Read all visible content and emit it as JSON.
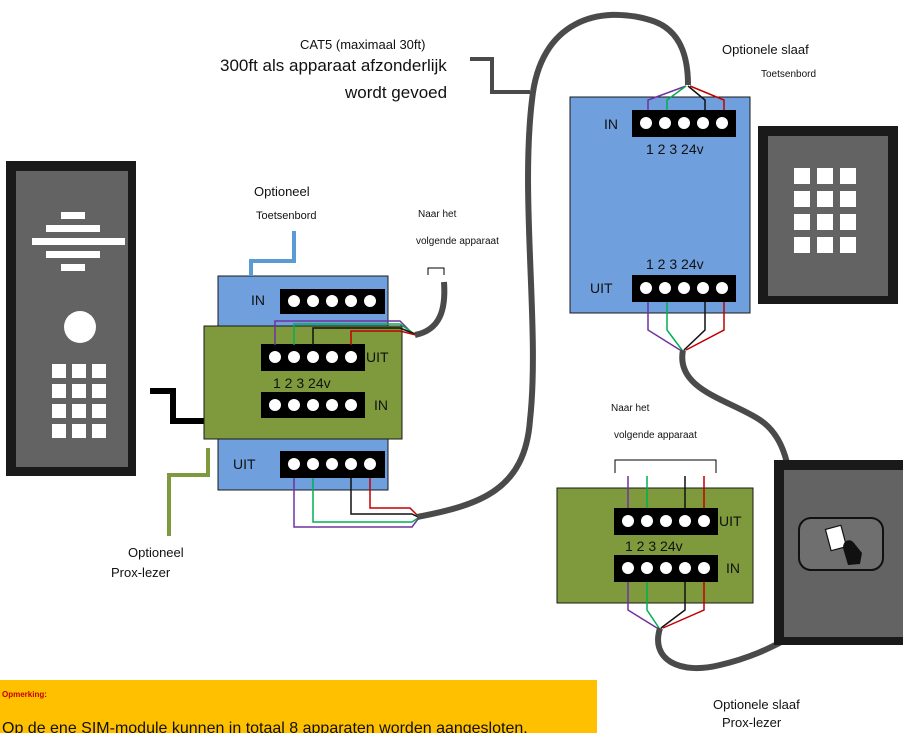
{
  "cable_label": {
    "line1": "CAT5 (maximaal 30ft)",
    "line2": "300ft als apparaat afzonderlijk",
    "line3": "wordt gevoed"
  },
  "main_unit": {
    "in_label": "IN",
    "uit_label": "UIT",
    "green_uit_label": "UIT",
    "green_in_label": "IN",
    "terminal_numbers": "1 2 3 24v"
  },
  "optional_keypad_label": {
    "line1": "Optioneel",
    "line2": "Toetsenbord"
  },
  "optional_prox_label": {
    "line1": "Optioneel",
    "line2": "Prox-lezer"
  },
  "next_device_top": {
    "line1": "Naar het",
    "line2": "volgende apparaat"
  },
  "next_device_bottom": {
    "line1": "Naar het",
    "line2": "volgende apparaat"
  },
  "slave_keypad": {
    "title_line1": "Optionele slaaf",
    "title_line2": "Toetsenbord",
    "in_label": "IN",
    "uit_label": "UIT",
    "terminal_numbers_top": "1 2 3 24v",
    "terminal_numbers_bottom": "1 2 3 24v"
  },
  "slave_prox": {
    "title_line1": "Optionele slaaf",
    "title_line2": "Prox-lezer",
    "uit_label": "UIT",
    "in_label": "IN",
    "terminal_numbers": "1 2 3 24v"
  },
  "note": {
    "title": "Opmerking:",
    "text": "Op de ene SIM-module kunnen in totaal 8 apparaten worden aangesloten."
  },
  "colors": {
    "blue_module": "#6f9fdc",
    "green_module": "#7f9a3c",
    "device_grey": "#636363",
    "cable_grey": "#4a4a4a",
    "wire_purple": "#7030a0",
    "wire_green": "#00b050",
    "wire_black": "#111111",
    "wire_red": "#c00000",
    "note_bg": "#ffc000"
  }
}
